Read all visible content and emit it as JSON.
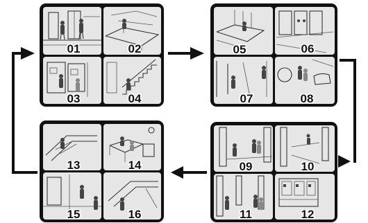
{
  "groups": [
    {
      "cameras": [
        "01",
        "02",
        "03",
        "04"
      ]
    },
    {
      "cameras": [
        "05",
        "06",
        "07",
        "08"
      ]
    },
    {
      "cameras": [
        "09",
        "10",
        "11",
        "12"
      ]
    },
    {
      "cameras": [
        "13",
        "14",
        "15",
        "16"
      ]
    }
  ],
  "colors": {
    "panel_bg": "#e6e6e6",
    "frame": "#111111",
    "arrow": "#111111",
    "sketch": "#333333"
  },
  "icons": [
    "lobby-scene",
    "escalator-scene",
    "stairs-scene",
    "atm-scene",
    "counter-scene",
    "hallway-scene",
    "reception-scene",
    "column-hall-scene",
    "vending-machine-scene"
  ]
}
